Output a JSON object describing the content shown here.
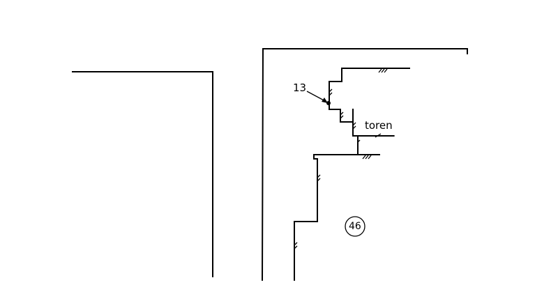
{
  "labels": {
    "ref_13": "13",
    "toren": "toren",
    "figure_number": "46"
  }
}
